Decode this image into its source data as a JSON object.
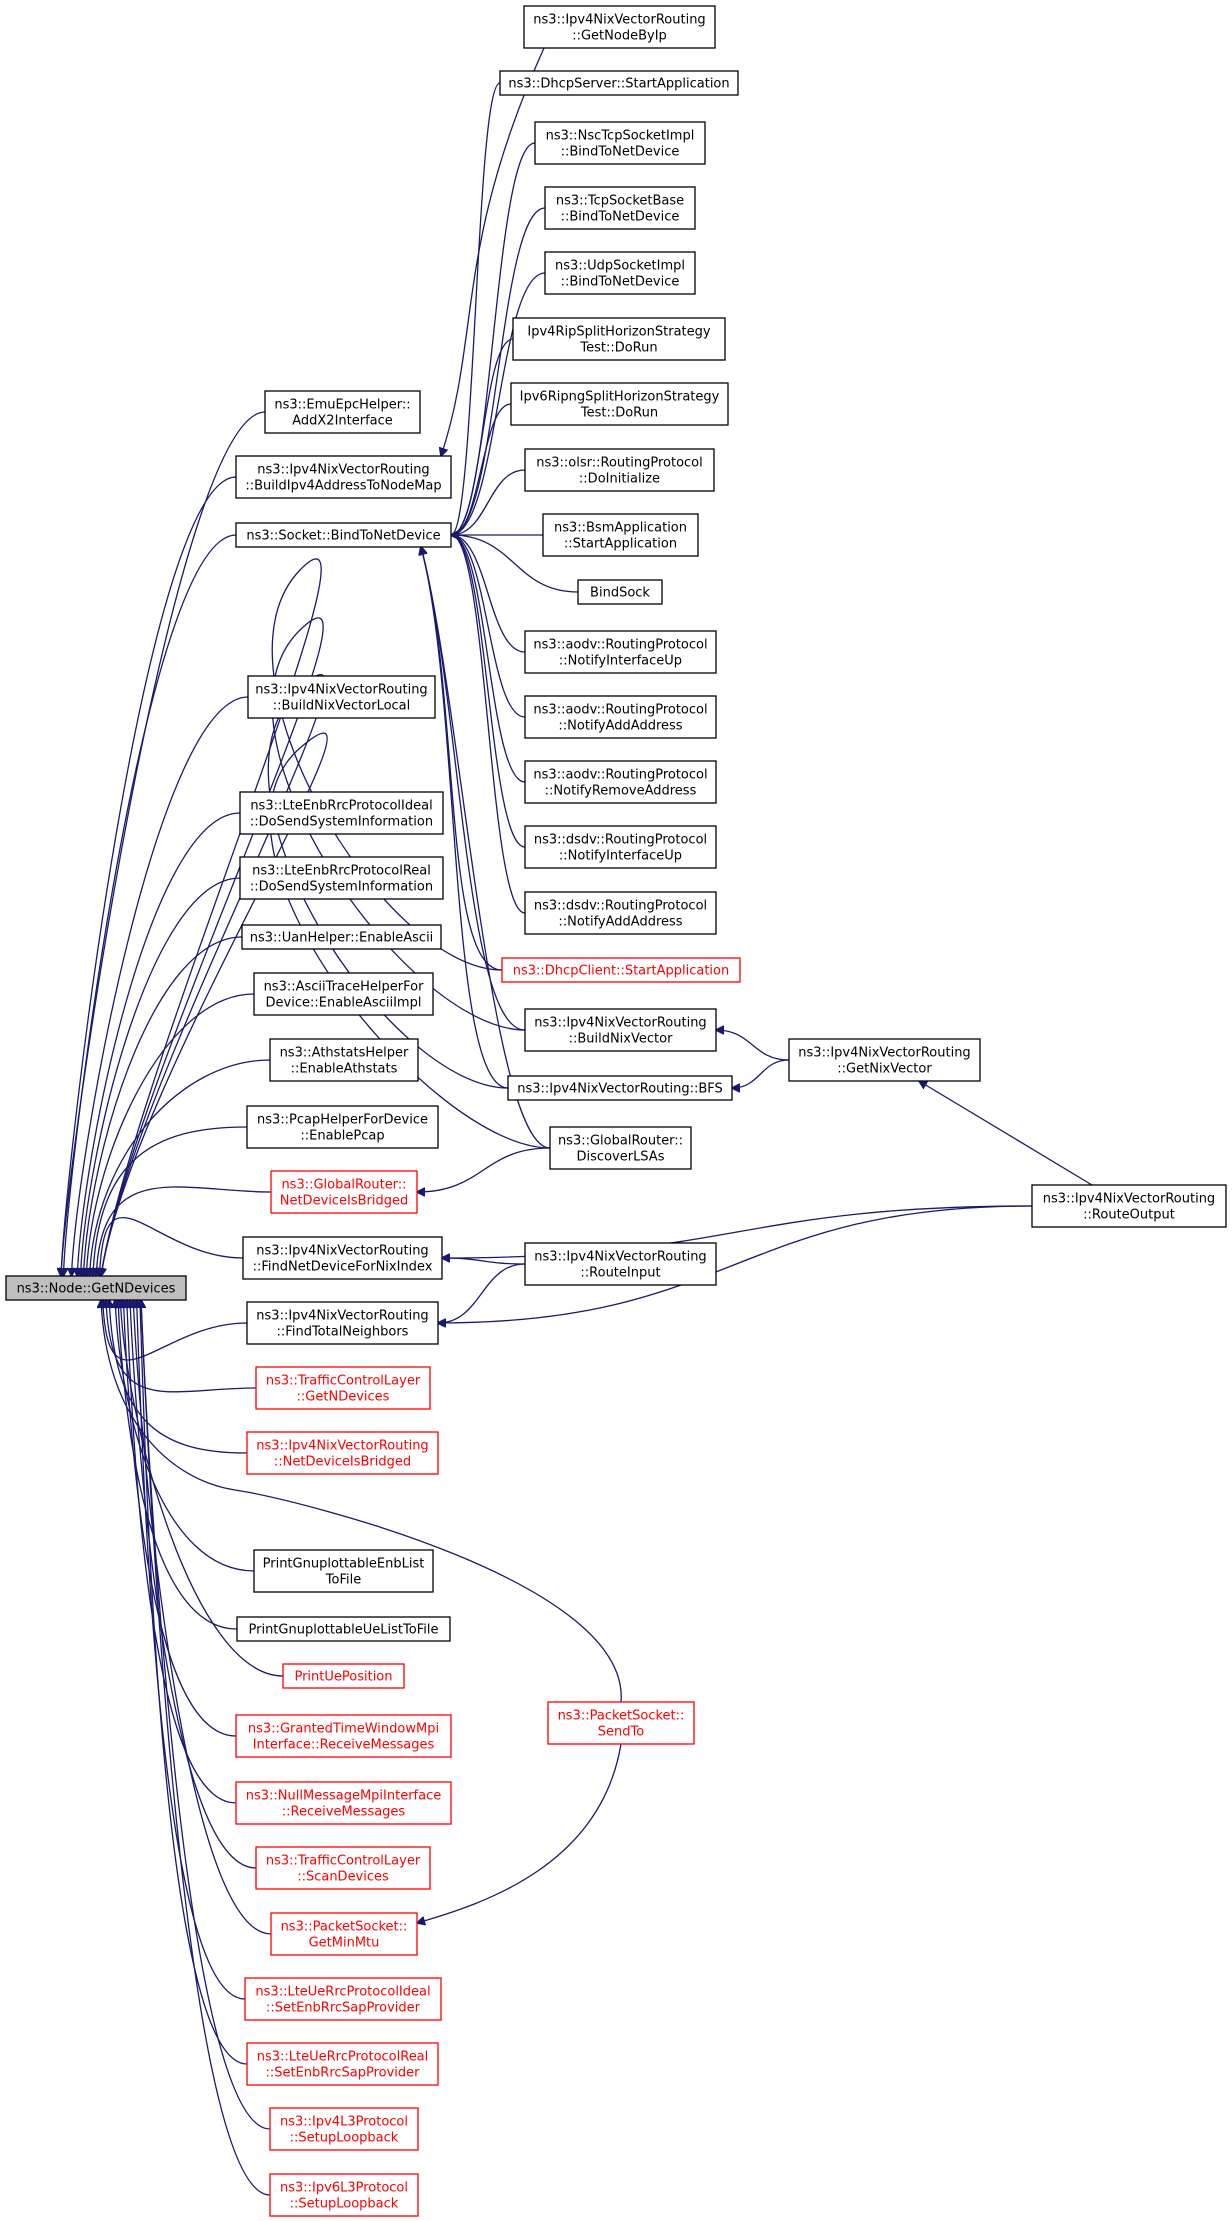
{
  "colors": {
    "edge": "#191970",
    "normal_border": "#000000",
    "truncated_border": "#ff0000",
    "root_fill": "#bfbfbf"
  },
  "nodes": [
    {
      "id": "root",
      "lines": [
        "ns3::Node::GetNDevices"
      ],
      "style": "root"
    },
    {
      "id": "emuepc",
      "lines": [
        "ns3::EmuEpcHelper::",
        "AddX2Interface"
      ],
      "style": "normal"
    },
    {
      "id": "buildipv4",
      "lines": [
        "ns3::Ipv4NixVectorRouting",
        "::BuildIpv4AddressToNodeMap"
      ],
      "style": "normal"
    },
    {
      "id": "bindtonetdev",
      "lines": [
        "ns3::Socket::BindToNetDevice"
      ],
      "style": "normal"
    },
    {
      "id": "buildnixlocal",
      "lines": [
        "ns3::Ipv4NixVectorRouting",
        "::BuildNixVectorLocal"
      ],
      "style": "normal"
    },
    {
      "id": "lteenbideal",
      "lines": [
        "ns3::LteEnbRrcProtocolIdeal",
        "::DoSendSystemInformation"
      ],
      "style": "normal"
    },
    {
      "id": "lteenbreal",
      "lines": [
        "ns3::LteEnbRrcProtocolReal",
        "::DoSendSystemInformation"
      ],
      "style": "normal"
    },
    {
      "id": "uanhelper",
      "lines": [
        "ns3::UanHelper::EnableAscii"
      ],
      "style": "normal"
    },
    {
      "id": "asciitrace",
      "lines": [
        "ns3::AsciiTraceHelperFor",
        "Device::EnableAsciiImpl"
      ],
      "style": "normal"
    },
    {
      "id": "athstats",
      "lines": [
        "ns3::AthstatsHelper",
        "::EnableAthstats"
      ],
      "style": "normal"
    },
    {
      "id": "pcaphelper",
      "lines": [
        "ns3::PcapHelperForDevice",
        "::EnablePcap"
      ],
      "style": "normal"
    },
    {
      "id": "grbridged",
      "lines": [
        "ns3::GlobalRouter::",
        "NetDeviceIsBridged"
      ],
      "style": "truncated"
    },
    {
      "id": "findnetdev",
      "lines": [
        "ns3::Ipv4NixVectorRouting",
        "::FindNetDeviceForNixIndex"
      ],
      "style": "normal"
    },
    {
      "id": "findtotal",
      "lines": [
        "ns3::Ipv4NixVectorRouting",
        "::FindTotalNeighbors"
      ],
      "style": "normal"
    },
    {
      "id": "tclgetn",
      "lines": [
        "ns3::TrafficControlLayer",
        "::GetNDevices"
      ],
      "style": "truncated"
    },
    {
      "id": "nixbridged",
      "lines": [
        "ns3::Ipv4NixVectorRouting",
        "::NetDeviceIsBridged"
      ],
      "style": "truncated"
    },
    {
      "id": "printenb",
      "lines": [
        "PrintGnuplottableEnbList",
        "ToFile"
      ],
      "style": "normal"
    },
    {
      "id": "printue",
      "lines": [
        "PrintGnuplottableUeListToFile"
      ],
      "style": "normal"
    },
    {
      "id": "printuepos",
      "lines": [
        "PrintUePosition"
      ],
      "style": "truncated"
    },
    {
      "id": "grantedtw",
      "lines": [
        "ns3::GrantedTimeWindowMpi",
        "Interface::ReceiveMessages"
      ],
      "style": "truncated"
    },
    {
      "id": "nullmsg",
      "lines": [
        "ns3::NullMessageMpiInterface",
        "::ReceiveMessages"
      ],
      "style": "truncated"
    },
    {
      "id": "tclscan",
      "lines": [
        "ns3::TrafficControlLayer",
        "::ScanDevices"
      ],
      "style": "truncated"
    },
    {
      "id": "psgetminmtu",
      "lines": [
        "ns3::PacketSocket::",
        "GetMinMtu"
      ],
      "style": "truncated"
    },
    {
      "id": "lteueideal",
      "lines": [
        "ns3::LteUeRrcProtocolIdeal",
        "::SetEnbRrcSapProvider"
      ],
      "style": "truncated"
    },
    {
      "id": "ltuereal",
      "lines": [
        "ns3::LteUeRrcProtocolReal",
        "::SetEnbRrcSapProvider"
      ],
      "style": "truncated"
    },
    {
      "id": "ipv4l3",
      "lines": [
        "ns3::Ipv4L3Protocol",
        "::SetupLoopback"
      ],
      "style": "truncated"
    },
    {
      "id": "ipv6l3",
      "lines": [
        "ns3::Ipv6L3Protocol",
        "::SetupLoopback"
      ],
      "style": "truncated"
    },
    {
      "id": "getnodebyip",
      "lines": [
        "ns3::Ipv4NixVectorRouting",
        "::GetNodeByIp"
      ],
      "style": "normal"
    },
    {
      "id": "dhcpserver",
      "lines": [
        "ns3::DhcpServer::StartApplication"
      ],
      "style": "normal"
    },
    {
      "id": "nsctcp",
      "lines": [
        "ns3::NscTcpSocketImpl",
        "::BindToNetDevice"
      ],
      "style": "normal"
    },
    {
      "id": "tcpsocketbase",
      "lines": [
        "ns3::TcpSocketBase",
        "::BindToNetDevice"
      ],
      "style": "normal"
    },
    {
      "id": "udpsocket",
      "lines": [
        "ns3::UdpSocketImpl",
        "::BindToNetDevice"
      ],
      "style": "normal"
    },
    {
      "id": "ipv4rip",
      "lines": [
        "Ipv4RipSplitHorizonStrategy",
        "Test::DoRun"
      ],
      "style": "normal"
    },
    {
      "id": "ipv6ripng",
      "lines": [
        "Ipv6RipngSplitHorizonStrategy",
        "Test::DoRun"
      ],
      "style": "normal"
    },
    {
      "id": "olsr",
      "lines": [
        "ns3::olsr::RoutingProtocol",
        "::DoInitialize"
      ],
      "style": "normal"
    },
    {
      "id": "bsmapp",
      "lines": [
        "ns3::BsmApplication",
        "::StartApplication"
      ],
      "style": "normal"
    },
    {
      "id": "bindsock",
      "lines": [
        "BindSock"
      ],
      "style": "normal"
    },
    {
      "id": "aodvup",
      "lines": [
        "ns3::aodv::RoutingProtocol",
        "::NotifyInterfaceUp"
      ],
      "style": "normal"
    },
    {
      "id": "aodvadd",
      "lines": [
        "ns3::aodv::RoutingProtocol",
        "::NotifyAddAddress"
      ],
      "style": "normal"
    },
    {
      "id": "aodvremove",
      "lines": [
        "ns3::aodv::RoutingProtocol",
        "::NotifyRemoveAddress"
      ],
      "style": "normal"
    },
    {
      "id": "dsdvup",
      "lines": [
        "ns3::dsdv::RoutingProtocol",
        "::NotifyInterfaceUp"
      ],
      "style": "normal"
    },
    {
      "id": "dsdvadd",
      "lines": [
        "ns3::dsdv::RoutingProtocol",
        "::NotifyAddAddress"
      ],
      "style": "normal"
    },
    {
      "id": "dhcpclient",
      "lines": [
        "ns3::DhcpClient::StartApplication"
      ],
      "style": "truncated"
    },
    {
      "id": "buildnix",
      "lines": [
        "ns3::Ipv4NixVectorRouting",
        "::BuildNixVector"
      ],
      "style": "normal"
    },
    {
      "id": "bfs",
      "lines": [
        "ns3::Ipv4NixVectorRouting::BFS"
      ],
      "style": "normal"
    },
    {
      "id": "discoverlsas",
      "lines": [
        "ns3::GlobalRouter::",
        "DiscoverLSAs"
      ],
      "style": "normal"
    },
    {
      "id": "routeinput",
      "lines": [
        "ns3::Ipv4NixVectorRouting",
        "::RouteInput"
      ],
      "style": "normal"
    },
    {
      "id": "packetsendto",
      "lines": [
        "ns3::PacketSocket::",
        "SendTo"
      ],
      "style": "truncated"
    },
    {
      "id": "getnixvector",
      "lines": [
        "ns3::Ipv4NixVectorRouting",
        "::GetNixVector"
      ],
      "style": "normal"
    },
    {
      "id": "routeoutput",
      "lines": [
        "ns3::Ipv4NixVectorRouting",
        "::RouteOutput"
      ],
      "style": "normal"
    }
  ]
}
